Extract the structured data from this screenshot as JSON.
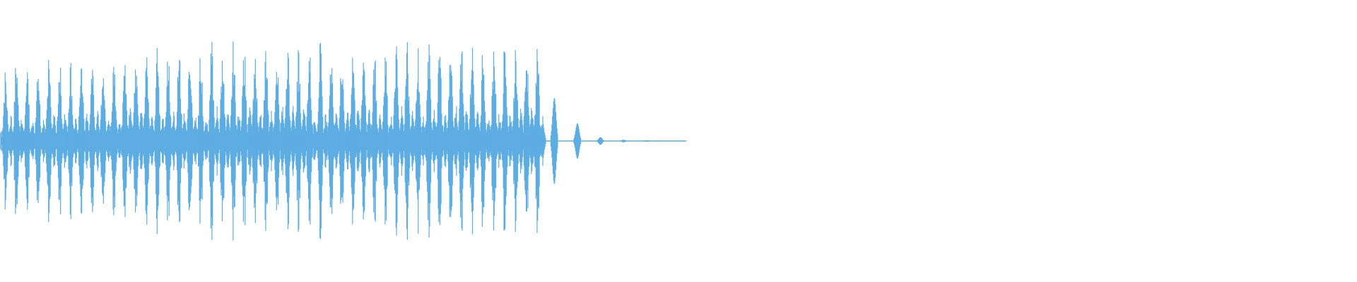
{
  "waveform": {
    "color": "#5DADE2",
    "burst_peaks": [
      0.58,
      0.7,
      0.64,
      0.7,
      0.68,
      0.68,
      0.67,
      0.72,
      0.7,
      0.72,
      0.69,
      0.73,
      0.74,
      0.73,
      0.76,
      0.75,
      0.77,
      0.78,
      0.76,
      0.8,
      0.78,
      0.8,
      0.79,
      0.8,
      0.8,
      0.8,
      0.78,
      0.8,
      0.79,
      0.8,
      0.78,
      0.78,
      0.78,
      0.8,
      0.8,
      0.8,
      0.79,
      0.8,
      0.8,
      0.8,
      0.8,
      0.82,
      0.82,
      0.82,
      0.8,
      0.82,
      0.82,
      0.81,
      0.8,
      0.8
    ],
    "tail_peaks": [
      0.34,
      0.14,
      0.03,
      0.01,
      0.005
    ],
    "active_fraction": 0.4,
    "tail_end_fraction": 0.485
  }
}
